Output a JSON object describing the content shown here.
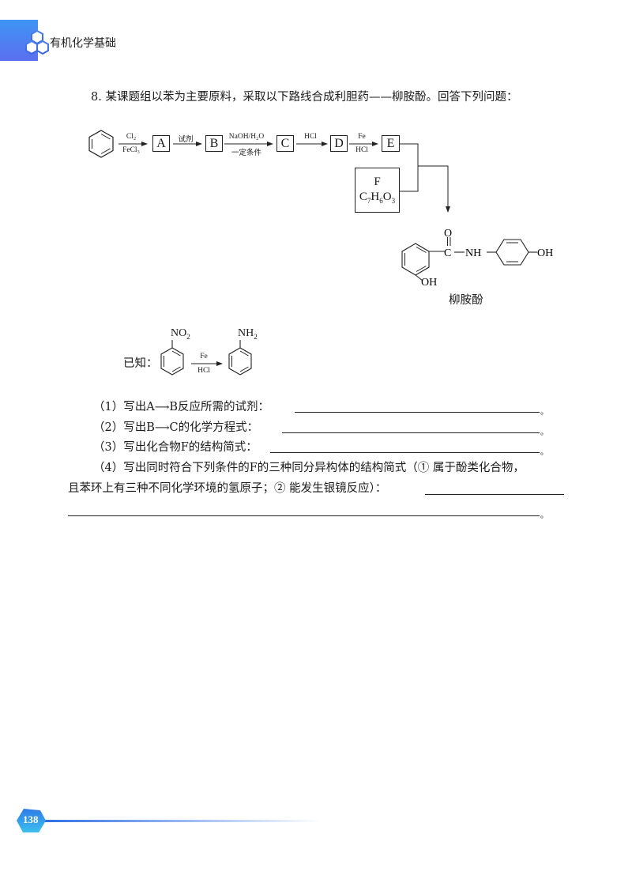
{
  "header": {
    "book_title": "有机化学基础",
    "accent_color": "#3f95f4"
  },
  "question": {
    "number": "8.",
    "stem": "某课题组以苯为主要原料，采取以下路线合成利胆药——柳胺酚。回答下列问题：",
    "scheme": {
      "start": "benzene",
      "steps": [
        {
          "reagent_top": "Cl₂",
          "reagent_bottom": "FeCl₃",
          "product": "A"
        },
        {
          "reagent_top": "试剂",
          "reagent_bottom": "",
          "product": "B"
        },
        {
          "reagent_top": "NaOH/H₂O",
          "reagent_bottom": "一定条件",
          "product": "C"
        },
        {
          "reagent_top": "HCl",
          "reagent_bottom": "",
          "product": "D"
        },
        {
          "reagent_top": "Fe",
          "reagent_bottom": "HCl",
          "product": "E"
        }
      ],
      "compound_f": {
        "label": "F",
        "formula_parts": [
          "C",
          "7",
          "H",
          "6",
          "O",
          "3"
        ]
      },
      "final_product": {
        "name": "柳胺酚",
        "labels": {
          "carbonyl_o": "O",
          "carbon": "C",
          "nh": "NH",
          "oh_right": "OH",
          "oh_left": "OH"
        }
      }
    },
    "known": {
      "label": "已知：",
      "reactant_group": "NO",
      "reactant_sub": "2",
      "reagent_top": "Fe",
      "reagent_bottom": "HCl",
      "product_group": "NH",
      "product_sub": "2"
    },
    "subquestions": [
      {
        "prefix": "（1）写出A",
        "arrow": "⟶",
        "suffix": "B反应所需的试剂：",
        "end": "。"
      },
      {
        "prefix": "（2）写出B",
        "arrow": "⟶",
        "suffix": "C的化学方程式：",
        "end": "。"
      },
      {
        "prefix": "（3）写出化合物F的结构简式：",
        "end": "。"
      },
      {
        "line1": "（4）写出同时符合下列条件的F的三种同分异构体的结构简式（① 属于酚类化合物，",
        "line2": "且苯环上有三种不同化学环境的氢原子；② 能发生银镜反应）：",
        "end": "。"
      }
    ]
  },
  "footer": {
    "page_number": "138",
    "accent_color": "#2f7be8"
  }
}
